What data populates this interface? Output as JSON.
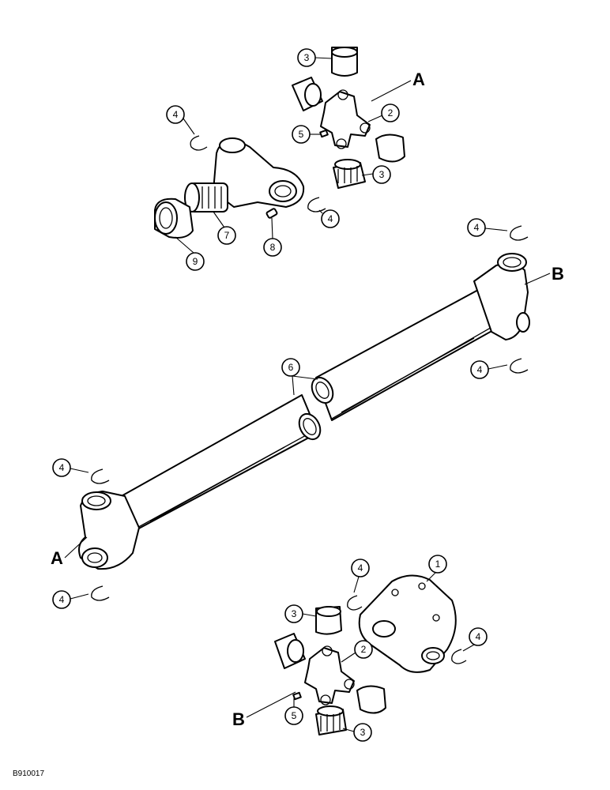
{
  "figure_code": "B910017",
  "section_labels": {
    "a": "A",
    "b": "B"
  },
  "callouts": {
    "c1": "1",
    "c2_top": "2",
    "c2_bottom": "2",
    "c3_top_a": "3",
    "c3_top_b": "3",
    "c3_bottom_a": "3",
    "c3_bottom_b": "3",
    "c4_yoke_left": "4",
    "c4_yoke_right": "4",
    "c4_shaft_right_top": "4",
    "c4_shaft_right_mid": "4",
    "c4_shaft_left_top": "4",
    "c4_shaft_left_bottom": "4",
    "c4_flange_left": "4",
    "c4_flange_right": "4",
    "c5_top": "5",
    "c5_bottom": "5",
    "c6": "6",
    "c7": "7",
    "c8": "8",
    "c9": "9"
  }
}
